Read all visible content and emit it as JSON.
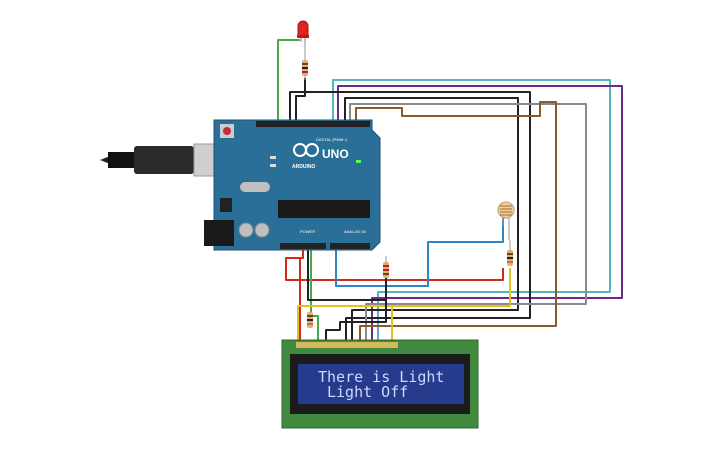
{
  "lcd": {
    "line1": "There is Light",
    "line2": "Light Off"
  },
  "arduino": {
    "model": "UNO",
    "brand": "ARDUINO",
    "digital_label": "DIGITAL (PWM~)",
    "power_label": "POWER",
    "analog_label": "ANALOG IN"
  },
  "colors": {
    "board": "#2a6f97",
    "lcd_pcb": "#3f8a3f",
    "lcd_screen": "#263b8c",
    "wire_red": "#d22a1e",
    "wire_green": "#4aa84a",
    "wire_black": "#222222",
    "wire_yellow": "#e2c21b",
    "wire_blue": "#2f86c4",
    "wire_purple": "#6a2c8a",
    "wire_teal": "#56b3c0",
    "wire_brown": "#8b5a2b",
    "wire_gray": "#8a8a8a"
  }
}
